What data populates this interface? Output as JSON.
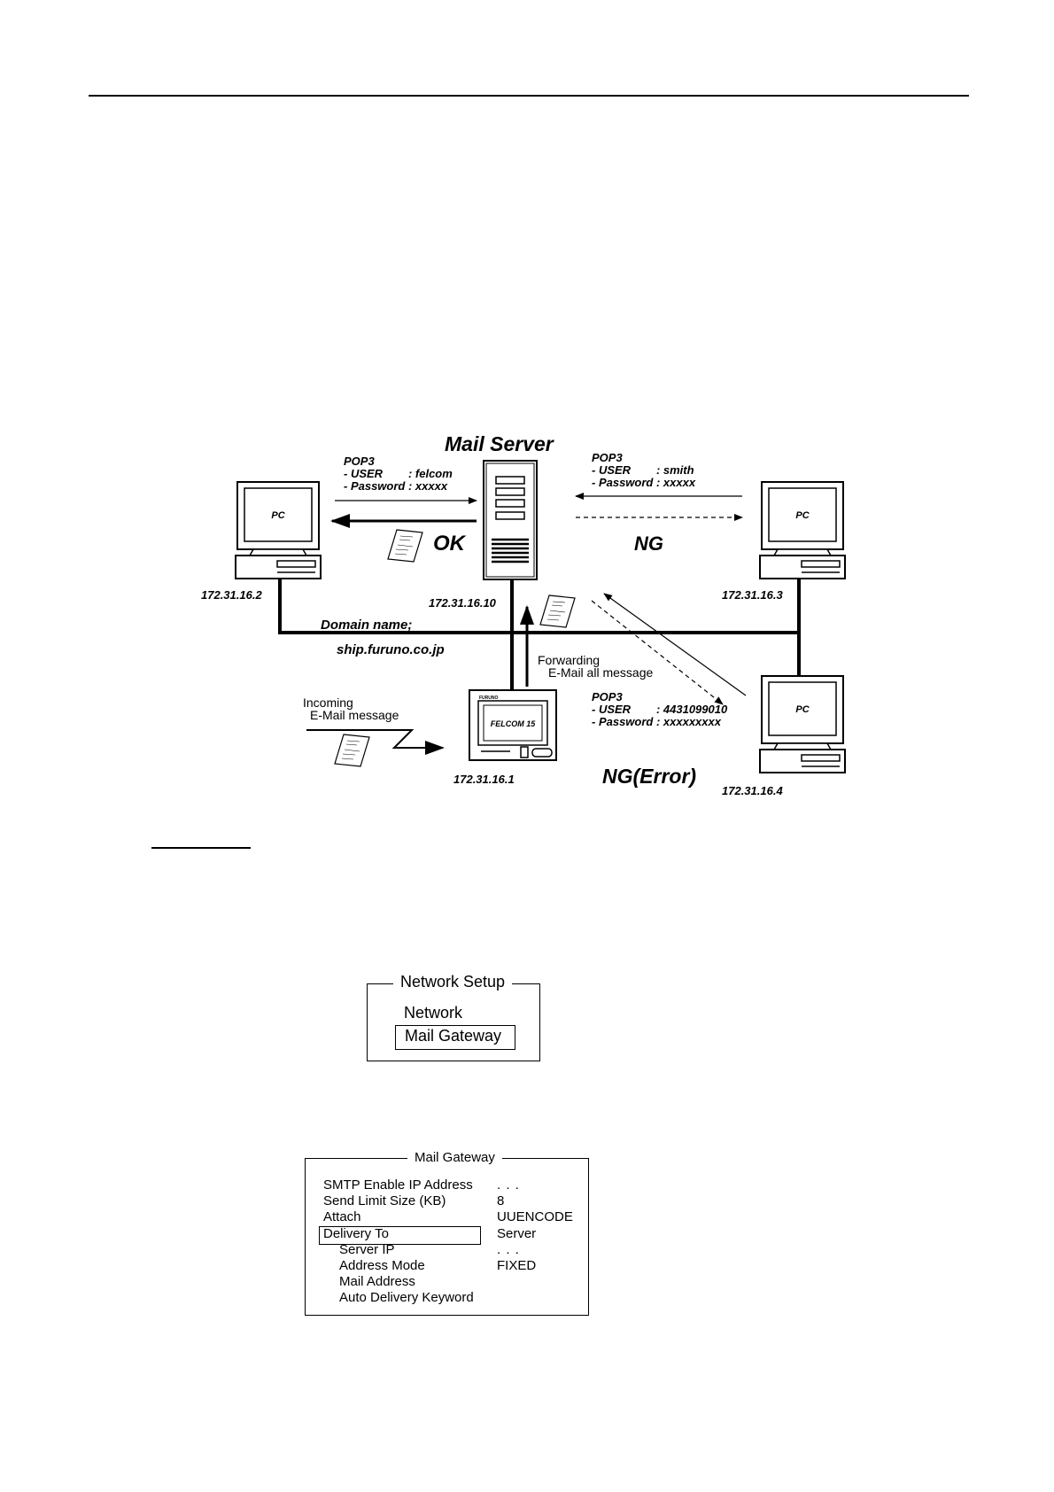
{
  "diagram": {
    "title": "Mail Server",
    "pc_label": "PC",
    "felcom_brand": "FURUNO",
    "felcom_label": "FELCOM 15",
    "pop3_left": {
      "line1": "POP3",
      "line2": "- USER        : felcom",
      "line3": "- Password : xxxxx"
    },
    "pop3_right": {
      "line1": "POP3",
      "line2": "- USER        : smith",
      "line3": "- Password : xxxxx"
    },
    "pop3_bottom": {
      "line1": "POP3",
      "line2": "- USER        : 4431099010",
      "line3": "- Password : xxxxxxxxx"
    },
    "status_ok": "OK",
    "status_ng": "NG",
    "status_ng_error": "NG(Error)",
    "ip_pc_left": "172.31.16.2",
    "ip_pc_right": "172.31.16.3",
    "ip_pc_bottom": "172.31.16.4",
    "ip_server": "172.31.16.10",
    "ip_felcom": "172.31.16.1",
    "domain_line1": "Domain name;",
    "domain_line2": "ship.furuno.co.jp",
    "forwarding_line1": "Forwarding",
    "forwarding_line2": "E-Mail all message",
    "incoming_line1": "Incoming",
    "incoming_line2": "E-Mail message"
  },
  "network_setup_menu": {
    "title": "Network Setup",
    "items": [
      "Network",
      "Mail Gateway"
    ],
    "selected": "Mail Gateway"
  },
  "mail_gateway_menu": {
    "title": "Mail Gateway",
    "rows": [
      {
        "label": "SMTP Enable IP Address",
        "value": ".    .    ."
      },
      {
        "label": "Send Limit Size (KB)",
        "value": "8"
      },
      {
        "label": "Attach",
        "value": "UUENCODE"
      },
      {
        "label": "Delivery To",
        "value": "Server"
      },
      {
        "label": "Server IP",
        "value": ".    .    ."
      },
      {
        "label": "Address Mode",
        "value": "FIXED"
      },
      {
        "label": "Mail Address",
        "value": ""
      },
      {
        "label": "Auto Delivery Keyword",
        "value": ""
      }
    ],
    "selected": "Delivery To"
  }
}
